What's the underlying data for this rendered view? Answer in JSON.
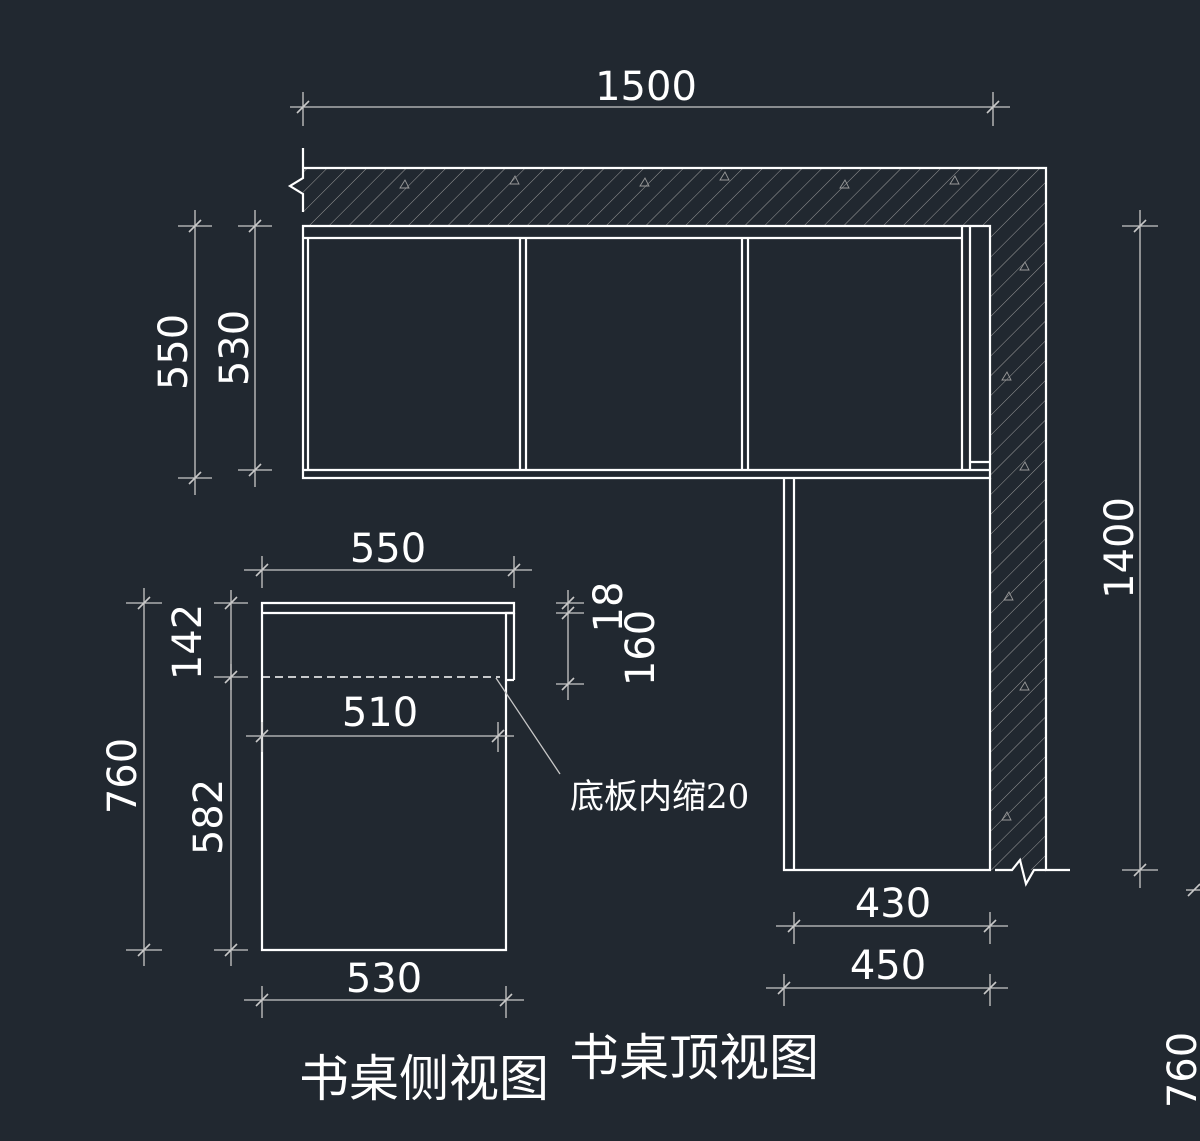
{
  "drawing": {
    "colors": {
      "background": "#212830",
      "line": "#ffffff",
      "dimension": "#c8c8c8",
      "hatch": "#9a9a9a"
    },
    "top_view": {
      "title": "书桌顶视图",
      "dims": {
        "total_width": "1500",
        "depth_outer": "550",
        "depth_inner": "530",
        "total_length": "1400",
        "return_inner": "430",
        "return_outer": "450"
      }
    },
    "side_view": {
      "title": "书桌侧视图",
      "dims": {
        "top_width": "550",
        "drawer_height": "142",
        "inner_width": "510",
        "total_height": "760",
        "leg_height": "582",
        "bottom_width": "530",
        "top_thickness": "18",
        "drawer_depth": "160"
      },
      "note": "底板内缩20"
    },
    "edge_dim": "760"
  }
}
